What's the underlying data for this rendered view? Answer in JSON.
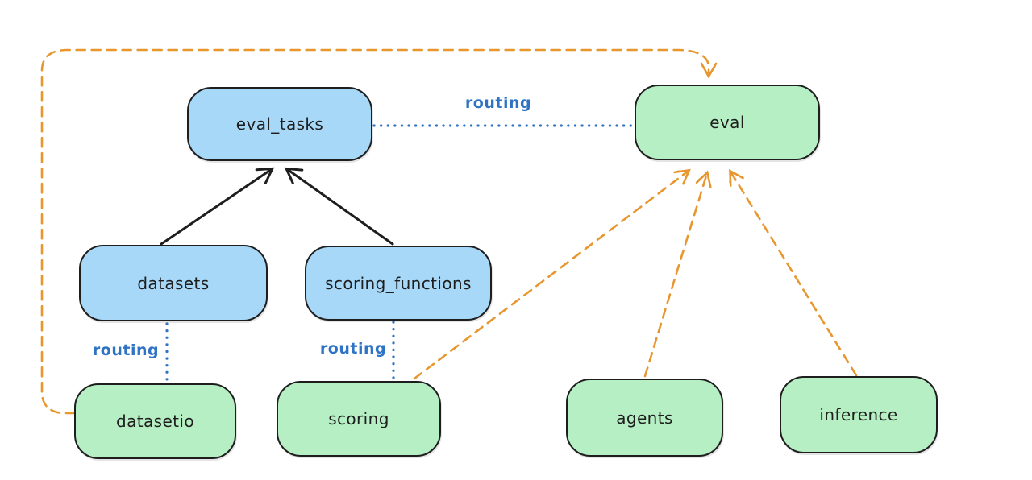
{
  "diagram": {
    "type": "architecture-routing-diagram",
    "background": "#ffffff",
    "colors": {
      "blue_node_fill": "#a7d8f8",
      "green_node_fill": "#b6efc3",
      "node_stroke": "#1e1e1e",
      "black_arrow": "#1e1e1e",
      "orange_dashed": "#e8962e",
      "routing_blue": "#2f74c4"
    },
    "nodes": {
      "eval_tasks": {
        "label": "eval_tasks",
        "color": "blue"
      },
      "eval": {
        "label": "eval",
        "color": "green"
      },
      "datasets": {
        "label": "datasets",
        "color": "blue"
      },
      "scoring_functions": {
        "label": "scoring_functions",
        "color": "blue"
      },
      "datasetio": {
        "label": "datasetio",
        "color": "green"
      },
      "scoring": {
        "label": "scoring",
        "color": "green"
      },
      "agents": {
        "label": "agents",
        "color": "green"
      },
      "inference": {
        "label": "inference",
        "color": "green"
      }
    },
    "edge_labels": {
      "eval_tasks_to_eval": "routing",
      "datasets_to_datasetio": "routing",
      "scoring_functions_to_scoring": "routing"
    },
    "edges": [
      {
        "from": "datasets",
        "to": "eval_tasks",
        "style": "solid-black-arrow"
      },
      {
        "from": "scoring_functions",
        "to": "eval_tasks",
        "style": "solid-black-arrow"
      },
      {
        "from": "eval_tasks",
        "to": "eval",
        "style": "dotted-blue-line",
        "label": "routing"
      },
      {
        "from": "datasets",
        "to": "datasetio",
        "style": "dotted-blue-line",
        "label": "routing"
      },
      {
        "from": "scoring_functions",
        "to": "scoring",
        "style": "dotted-blue-line",
        "label": "routing"
      },
      {
        "from": "datasetio",
        "to": "eval",
        "style": "dashed-orange-arrow-loop"
      },
      {
        "from": "scoring",
        "to": "eval",
        "style": "dashed-orange-arrow"
      },
      {
        "from": "agents",
        "to": "eval",
        "style": "dashed-orange-arrow"
      },
      {
        "from": "inference",
        "to": "eval",
        "style": "dashed-orange-arrow"
      }
    ]
  }
}
